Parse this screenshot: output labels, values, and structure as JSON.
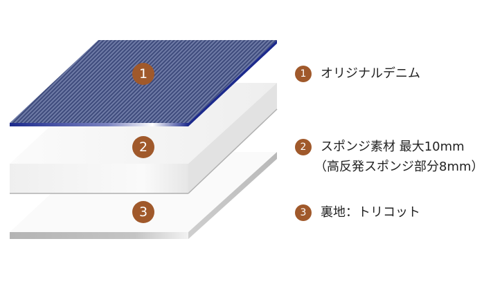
{
  "layers": [
    {
      "number": "1",
      "label": "オリジナルデニム",
      "sub": ""
    },
    {
      "number": "2",
      "label": "スポンジ素材 最大10mm",
      "sub": "（高反発スポンジ部分8mm）"
    },
    {
      "number": "3",
      "label": "裏地：トリコット",
      "sub": ""
    }
  ],
  "colors": {
    "badge": "#a0592b",
    "denim": "#3f4d7e",
    "denim_edge": "#1c2a8c"
  }
}
